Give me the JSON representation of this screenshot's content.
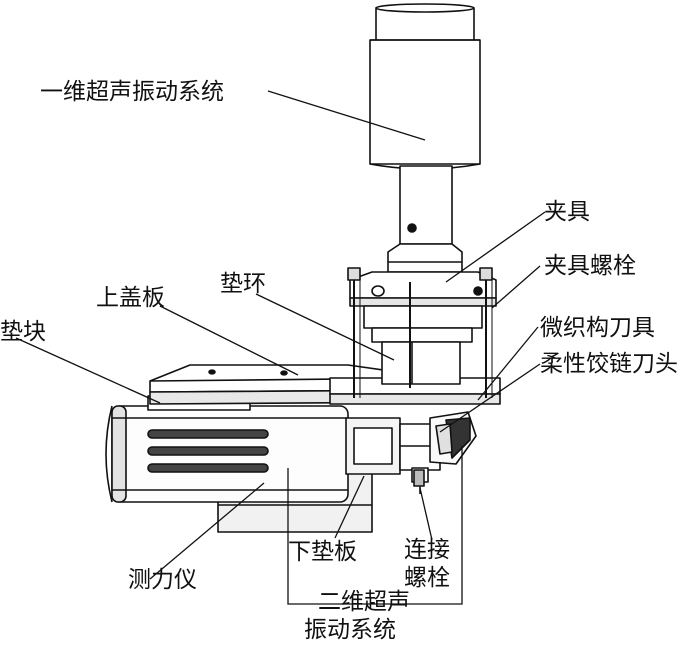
{
  "labels": {
    "ultrasonic_1d": "一维超声振动系统",
    "fixture": "夹具",
    "fixture_bolt": "夹具螺栓",
    "spacer_ring": "垫环",
    "top_cover": "上盖板",
    "micro_tool": "微织构刀具",
    "spacer_block": "垫块",
    "flex_hinge_head": "柔性饺链刀头",
    "dynamometer": "测力仪",
    "bottom_plate": "下垫板",
    "connect_bolt_l1": "连接",
    "connect_bolt_l2": "螺栓",
    "ultrasonic_2d_l1": "二维超声",
    "ultrasonic_2d_l2": "振动系统"
  },
  "colors": {
    "ink": "#111111",
    "fill": "#ffffff",
    "shade": "#cfcfcf",
    "dark": "#555555"
  }
}
